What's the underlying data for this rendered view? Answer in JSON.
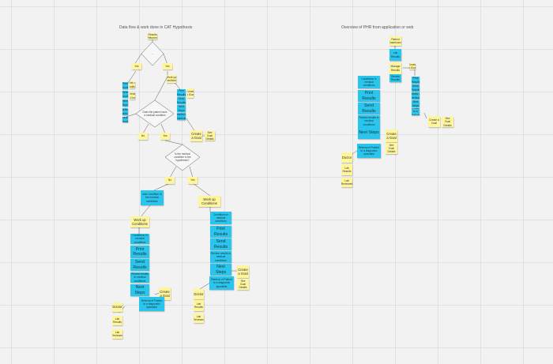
{
  "colors": {
    "canvas": "#f2f2f2",
    "sticky_yellow": "#fff59b",
    "sticky_blue": "#2ac5ec",
    "line": "#5a5a5a"
  },
  "left_flow": {
    "title": "Data flow & work done in CAT Hypothesis",
    "start": "Results Returned",
    "decision_1": "...",
    "no_1": "Yes",
    "yes_1": "Yes",
    "decision_2": "Does the patient have a medical condition",
    "no_2": "No",
    "yes_2": "Yes",
    "create_goal_1": "Create a Goal",
    "see_goal_1": "See Goal Details",
    "decision_3": "Is the medical condition in the hypothesis?",
    "no_3": "No",
    "yes_3": "Yes",
    "add_condition": "Add Condition to the medical conditions",
    "work_up_1": "Work up Conditions",
    "work_up_2": "Work up Conditions",
    "mid_conditions": "Conditions in medical conditions",
    "print_results": "Print Results",
    "send_results": "Send Results",
    "review_results": "Review results in medical conditions",
    "next_steps": "Next Steps",
    "create_goal_2": "Create a Goal",
    "referral": "Referral of Patient to a diagnostic specialist",
    "doctor": "Doctor",
    "lab_results": "Lab Results",
    "reviewed": "Lab Reviewed",
    "right_conditions": "Conditions in medical conditions",
    "right_print": "Print Results",
    "right_send": "Send Results",
    "right_review": "Review results in medical conditions",
    "right_next": "Next Steps",
    "create_goal_3": "Create a Goal",
    "see_goal_3": "See Goal Details",
    "right_referral": "Referral of Patient to a diagnostic specialist",
    "right_doctor": "Doctor",
    "right_lab": "Lab Results",
    "right_reviewed": "Lab Reviewed"
  },
  "right_flow": {
    "title": "Overview of PHR from application or web",
    "top_1": "Patient Dashboard",
    "top_2": "Lab Results",
    "manage": "Manage Results",
    "review_results": "Review Results",
    "conditions": "Conditions in medical conditions",
    "print_results": "Print Results",
    "send_results": "Send Results",
    "review_cond": "Review results in medical conditions",
    "next_steps": "Next Steps",
    "create_goal": "Create a Goal",
    "see_goal": "See Goal Details",
    "referral": "Referral of Patient to a diagnostic specialist",
    "doctor": "Doctor",
    "lab_results": "Lab Results",
    "reviewed": "Lab Reviewed",
    "side_create_goal": "Create a Goal",
    "side_see_goal": "See Goal Details"
  }
}
